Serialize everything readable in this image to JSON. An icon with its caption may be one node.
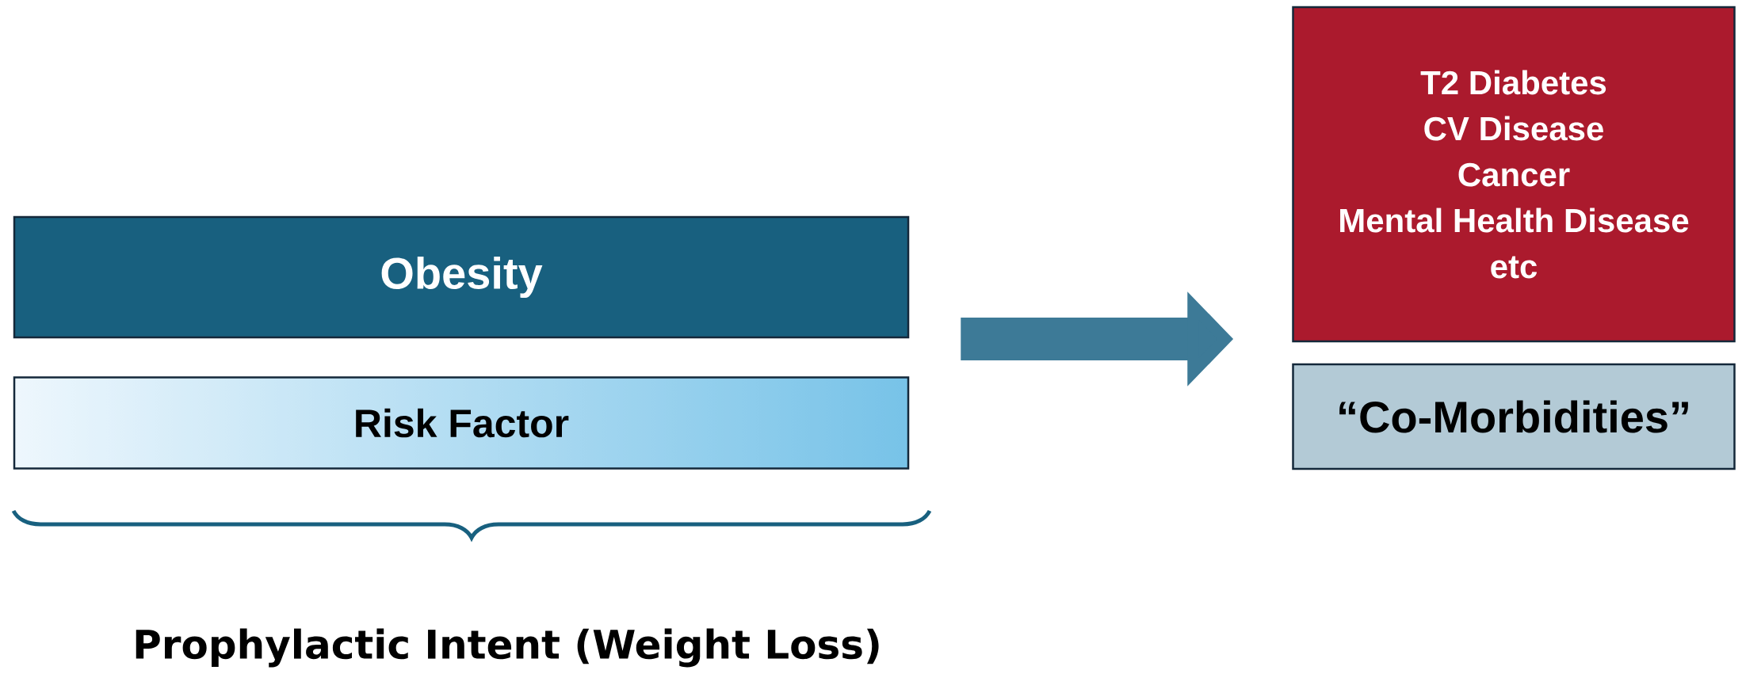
{
  "diagram": {
    "nodes": [
      {
        "text": [
          "Obesity"
        ]
      },
      {
        "text": [
          "Risk Factor"
        ]
      },
      {
        "text": [
          "T2 Diabetes",
          "CV Disease",
          "Cancer",
          "Mental Health Disease",
          "etc"
        ]
      },
      {
        "text": [
          "“Co-Morbidities”"
        ]
      }
    ],
    "edges": [
      {
        "from": 0,
        "to": 2,
        "arrow": "to"
      }
    ],
    "labels": [
      "Prophylactic Intent (Weight Loss)"
    ]
  }
}
